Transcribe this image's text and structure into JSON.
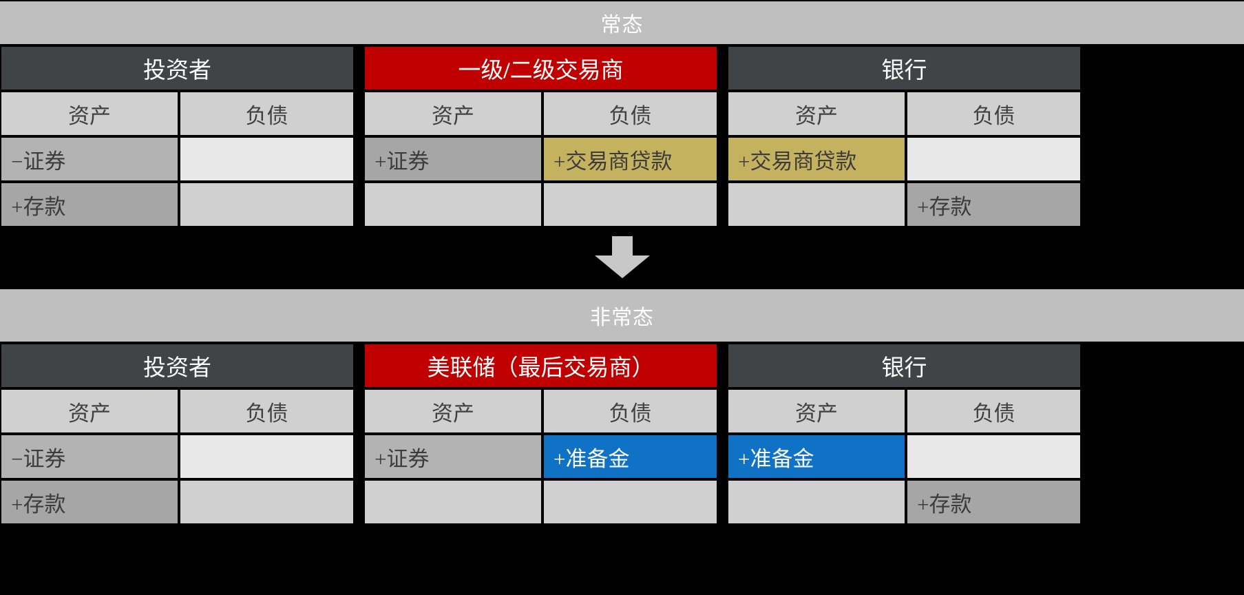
{
  "sections": [
    {
      "banner": "常态",
      "tables": [
        {
          "title": "投资者",
          "title_style": "dark",
          "columns": [
            "资产",
            "负债"
          ],
          "rows": [
            [
              {
                "text": "−证券",
                "fill": "bg-dark"
              },
              {
                "text": "",
                "fill": "bg-light"
              }
            ],
            [
              {
                "text": "+存款",
                "fill": "bg-gray"
              },
              {
                "text": "",
                "fill": "bg-mid"
              }
            ]
          ]
        },
        {
          "title": "一级/二级交易商",
          "title_style": "red",
          "columns": [
            "资产",
            "负债"
          ],
          "rows": [
            [
              {
                "text": "+证券",
                "fill": "bg-gray"
              },
              {
                "text": "+交易商贷款",
                "fill": "bg-gold"
              }
            ],
            [
              {
                "text": "",
                "fill": "bg-mid"
              },
              {
                "text": "",
                "fill": "bg-mid"
              }
            ]
          ]
        },
        {
          "title": "银行",
          "title_style": "dark",
          "columns": [
            "资产",
            "负债"
          ],
          "rows": [
            [
              {
                "text": "+交易商贷款",
                "fill": "bg-gold"
              },
              {
                "text": "",
                "fill": "bg-light"
              }
            ],
            [
              {
                "text": "",
                "fill": "bg-mid"
              },
              {
                "text": "+存款",
                "fill": "bg-gray"
              }
            ]
          ]
        }
      ]
    },
    {
      "banner": "非常态",
      "tables": [
        {
          "title": "投资者",
          "title_style": "dark",
          "columns": [
            "资产",
            "负债"
          ],
          "rows": [
            [
              {
                "text": "−证券",
                "fill": "bg-dark"
              },
              {
                "text": "",
                "fill": "bg-light"
              }
            ],
            [
              {
                "text": "+存款",
                "fill": "bg-gray"
              },
              {
                "text": "",
                "fill": "bg-mid"
              }
            ]
          ]
        },
        {
          "title": "美联储（最后交易商）",
          "title_style": "red",
          "columns": [
            "资产",
            "负债"
          ],
          "rows": [
            [
              {
                "text": "+证券",
                "fill": "bg-dark"
              },
              {
                "text": "+准备金",
                "fill": "bg-blue"
              }
            ],
            [
              {
                "text": "",
                "fill": "bg-mid"
              },
              {
                "text": "",
                "fill": "bg-mid"
              }
            ]
          ]
        },
        {
          "title": "银行",
          "title_style": "dark",
          "columns": [
            "资产",
            "负债"
          ],
          "rows": [
            [
              {
                "text": "+准备金",
                "fill": "bg-blue"
              },
              {
                "text": "",
                "fill": "bg-light"
              }
            ],
            [
              {
                "text": "",
                "fill": "bg-mid"
              },
              {
                "text": "+存款",
                "fill": "bg-gray"
              }
            ]
          ]
        }
      ]
    }
  ],
  "arrow": {
    "name": "down-arrow",
    "color": "#c8c8c8"
  },
  "colors": {
    "banner_bg": "#bfbfbf",
    "header_dark": "#414446",
    "header_red": "#c00000",
    "gold": "#c5b25e",
    "blue": "#0f72c4",
    "background": "#000000"
  }
}
